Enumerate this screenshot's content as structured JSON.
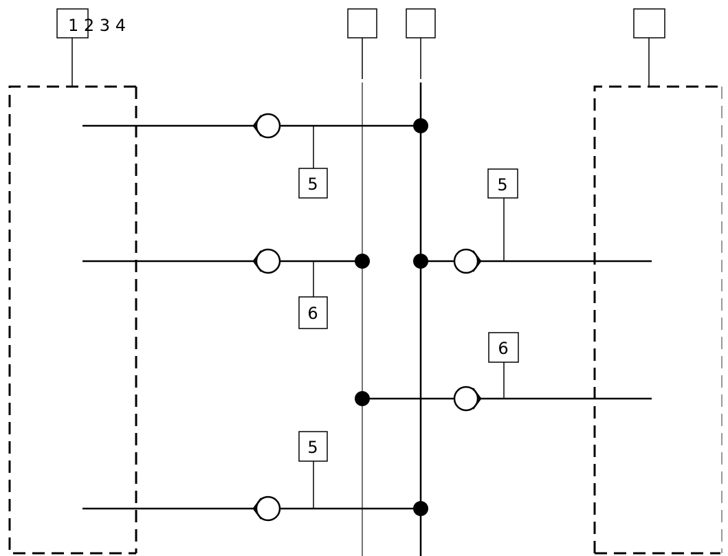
{
  "tags": {
    "left_enclosure": "1 2 3 4",
    "rail_a": "",
    "rail_b": "",
    "right_enclosure": ""
  },
  "callouts": {
    "left_top": "5",
    "left_mid": "6",
    "left_bottom": "5",
    "right_top": "5",
    "right_mid": "6"
  }
}
